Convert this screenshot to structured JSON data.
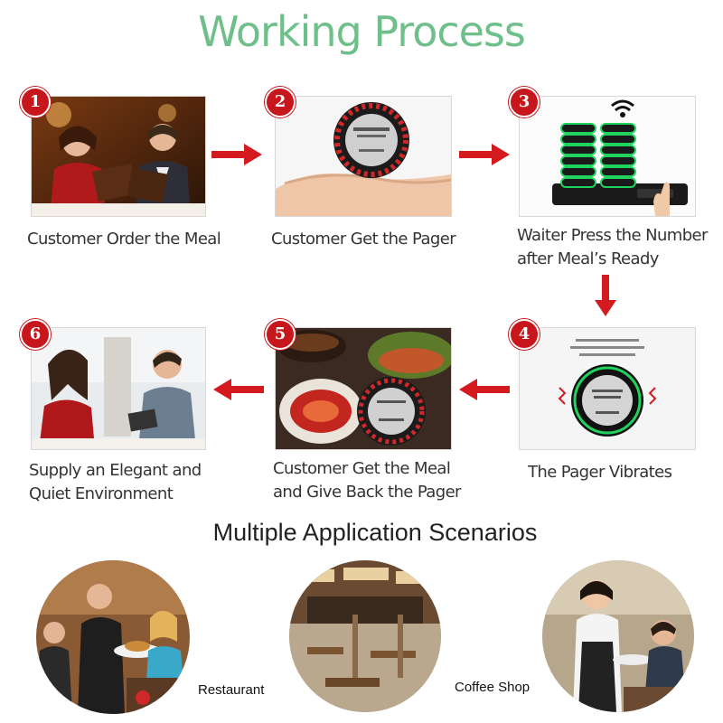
{
  "title": "Working Process",
  "steps": [
    {
      "num": "1",
      "caption": [
        "Customer Order the Meal"
      ],
      "icon": "diners-reading-menu-photo"
    },
    {
      "num": "2",
      "caption": [
        "Customer Get the Pager"
      ],
      "icon": "hand-holding-pager-photo"
    },
    {
      "num": "3",
      "caption": [
        "Waiter Press the Number",
        "after Meal’s Ready"
      ],
      "icon": "pager-stack-charger-photo"
    },
    {
      "num": "4",
      "caption": [
        "The Pager Vibrates"
      ],
      "icon": "vibrating-pager-photo"
    },
    {
      "num": "5",
      "caption": [
        "Customer Get the Meal",
        "and Give Back the Pager"
      ],
      "icon": "food-with-pager-photo"
    },
    {
      "num": "6",
      "caption": [
        "Supply an Elegant and",
        "Quiet Environment"
      ],
      "icon": "couple-dining-photo"
    }
  ],
  "section_title": "Multiple Application Scenarios",
  "scenarios": [
    {
      "label": "Restaurant"
    },
    {
      "label": "Coffee Shop"
    }
  ],
  "colors": {
    "title_green": "#6fbf8a",
    "arrow_red": "#d41a1f",
    "badge_red": "#c8161d",
    "pager_green": "#1fd35c"
  }
}
